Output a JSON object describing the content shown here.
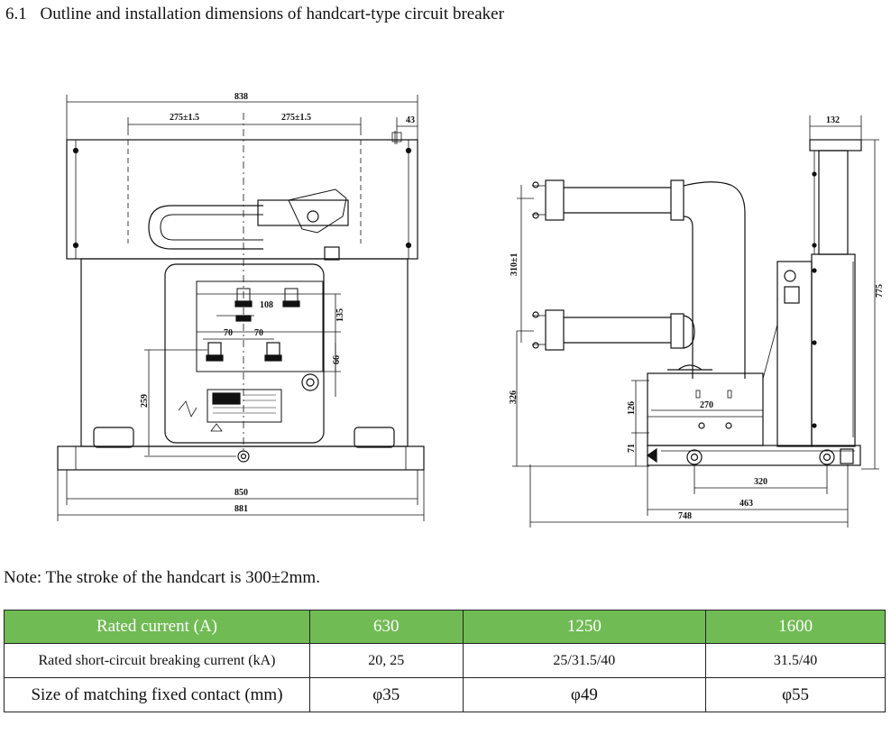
{
  "section": {
    "number": "6.1",
    "title": "Outline and installation dimensions of handcart-type circuit breaker"
  },
  "front_view": {
    "dims": {
      "overall_width": "838",
      "half_left": "275±1.5",
      "half_right": "275±1.5",
      "side_offset": "43",
      "base_inner": "850",
      "base_outer": "881",
      "terminal_spacing": "108",
      "lower_left": "70",
      "lower_right": "70",
      "vertical_135": "135",
      "vertical_66": "66",
      "vertical_259": "259"
    }
  },
  "side_view": {
    "dims": {
      "top_width": "132",
      "overall_height": "775",
      "arm_spacing": "310±1",
      "lower_height": "326",
      "box_height": "126",
      "base_height": "71",
      "box_width": "270",
      "wheel_span": "320",
      "length_463": "463",
      "length_748": "748"
    }
  },
  "note": "Note: The stroke of the handcart is 300±2mm.",
  "table": {
    "header": [
      "Rated current (A)",
      "630",
      "1250",
      "1600"
    ],
    "rows": [
      [
        "Rated short-circuit breaking current (kA)",
        "20, 25",
        "25/31.5/40",
        "31.5/40"
      ],
      [
        "Size of matching fixed contact (mm)",
        "φ35",
        "φ49",
        "φ55"
      ]
    ]
  }
}
